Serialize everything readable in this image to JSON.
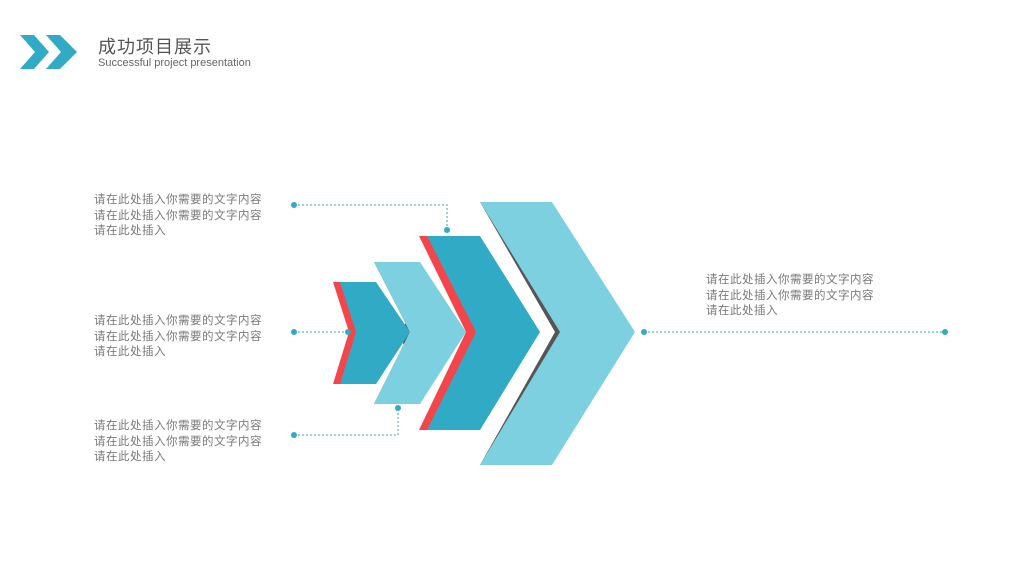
{
  "header": {
    "title": "成功项目展示",
    "subtitle": "Successful project presentation"
  },
  "colors": {
    "dark_blue": "#31aac6",
    "light_blue": "#7dd0df",
    "red": "#f4454b",
    "gray": "#555555",
    "connector": "#31aac6",
    "text": "#7a7a7a"
  },
  "notes": [
    {
      "text": "请在此处插入你需要的文字内容请在此处插入你需要的文字内容请在此处插入"
    },
    {
      "text": "请在此处插入你需要的文字内容请在此处插入你需要的文字内容请在此处插入"
    },
    {
      "text": "请在此处插入你需要的文字内容请在此处插入你需要的文字内容请在此处插入"
    },
    {
      "text": "请在此处插入你需要的文字内容请在此处插入你需要的文字内容请在此处插入"
    }
  ],
  "icons": {
    "logo": "double-chevron-icon"
  }
}
